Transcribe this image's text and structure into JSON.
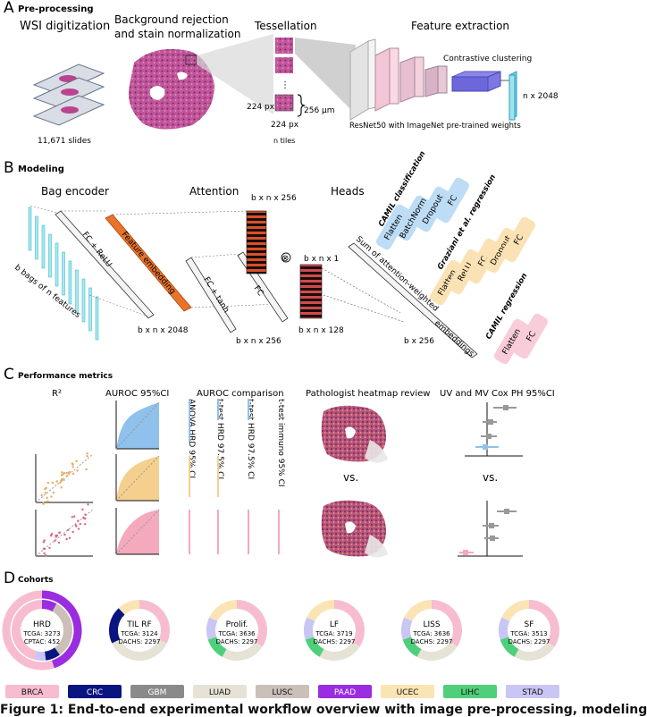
{
  "panels": {
    "a": {
      "letter": "A",
      "title": "Pre-processing",
      "wsi_title": "WSI digitization",
      "slides": "11,671 slides",
      "bg_title_line1": "Background rejection",
      "bg_title_line2": "and stain normalization",
      "tess_title": "Tessellation",
      "tile_w": "224 px",
      "tile_h": "224 px",
      "tile_um": "256 µm",
      "n_tiles": "n tiles",
      "feat_title": "Feature extraction",
      "contrastive": "Contrastive clustering",
      "resnet": "ResNet50 with ImageNet pre-trained weights",
      "out_dim": "n x 2048"
    },
    "b": {
      "letter": "B",
      "title": "Modeling",
      "bag_encoder": "Bag encoder",
      "attention": "Attention",
      "heads": "Heads",
      "bags": "b bags of n features",
      "fc_relu": "FC + ReLU",
      "feat_emb": "Feature embedding",
      "dim_2048": "b x n x 2048",
      "fc_tanh": "FC + tanh",
      "fc": "FC",
      "dim_256a": "b x n x 256",
      "dim_128": "b x n x 128",
      "dim_256b": "b x n x 256",
      "dim_1": "b x n x 1",
      "otimes": "⊗",
      "sum_line1": "Sum of attention-weighted",
      "sum_line2": "embeddings",
      "dim_b256": "b x 256",
      "camil_cls": "CAMIL classification",
      "camil_cls_layers": [
        "Flatten",
        "BatchNorm",
        "Dropout",
        "FC"
      ],
      "graziani": "Graziani et al. regression",
      "graziani_layers": [
        "Flatten",
        "ReLU",
        "FC",
        "Dropout",
        "FC"
      ],
      "camil_reg": "CAMIL regression",
      "camil_reg_layers": [
        "Flatten",
        "FC"
      ]
    },
    "c": {
      "letter": "C",
      "title": "Performance metrics",
      "r2": "R²",
      "auroc": "AUROC 95%CI",
      "auroc_cmp": "AUROC comparison",
      "anova": "ANOVA HRD 95% CI",
      "ttest_hrd": "t-test HRD 97.5% CI",
      "ttest_hrd2": "t-test HRD 97.5% CI",
      "ttest_immuno": "t-test immuno 95% CI",
      "pathologist": "Pathologist heatmap review",
      "vs1": "vs.",
      "vs2": "vs.",
      "uvmv": "UV and MV Cox PH 95%CI"
    },
    "d": {
      "letter": "D",
      "title": "Cohorts",
      "cohorts": [
        {
          "name": "HRD",
          "l1": "TCGA: 3273",
          "l2": "CPTAC: 452"
        },
        {
          "name": "TIL RF",
          "l1": "TCGA: 3124",
          "l2": "DACHS: 2297"
        },
        {
          "name": "Prolif.",
          "l1": "TCGA: 3636",
          "l2": "DACHS: 2297"
        },
        {
          "name": "LF",
          "l1": "TCGA: 3719",
          "l2": "DACHS: 2297"
        },
        {
          "name": "LISS",
          "l1": "TCGA: 3636",
          "l2": "DACHS: 2297"
        },
        {
          "name": "SF",
          "l1": "TCGA: 3513",
          "l2": "DACHS: 2297"
        }
      ],
      "legend": [
        {
          "label": "BRCA",
          "color": "#f7bcd0",
          "text": "#111111"
        },
        {
          "label": "CRC",
          "color": "#0a1580",
          "text": "#ffffff"
        },
        {
          "label": "GBM",
          "color": "#8a8a8a",
          "text": "#ffffff"
        },
        {
          "label": "LUAD",
          "color": "#e6e2d6",
          "text": "#111111"
        },
        {
          "label": "LUSC",
          "color": "#cbc0b8",
          "text": "#111111"
        },
        {
          "label": "PAAD",
          "color": "#9a2de0",
          "text": "#ffffff"
        },
        {
          "label": "UCEC",
          "color": "#fbe4b4",
          "text": "#111111"
        },
        {
          "label": "LIHC",
          "color": "#4fcf7a",
          "text": "#111111"
        },
        {
          "label": "STAD",
          "color": "#c9c6f5",
          "text": "#111111"
        }
      ]
    }
  },
  "caption": "Figure 1: End-to-end experimental workflow overview with image pre-processing, modeling"
}
